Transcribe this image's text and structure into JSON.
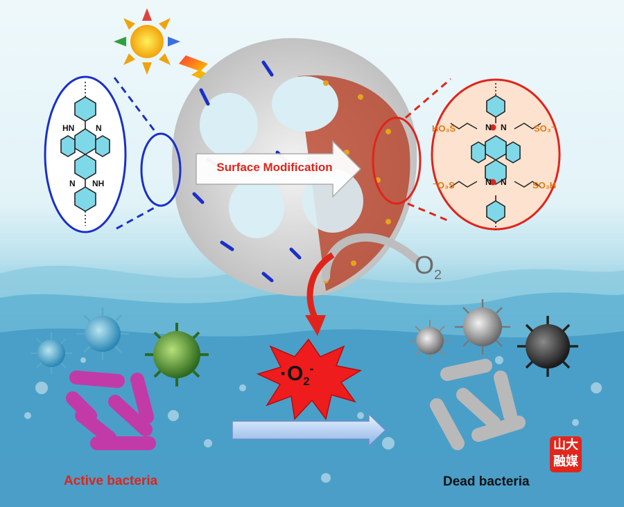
{
  "labels": {
    "surface_modification": "Surface Modification",
    "active_bacteria": "Active bacteria",
    "dead_bacteria": "Dead bacteria",
    "oxygen": "O",
    "oxygen_sub": "2",
    "superoxide": "·O",
    "superoxide_sub": "2",
    "superoxide_sup": "-"
  },
  "left_structure": {
    "nh_top": "HN",
    "n_top": "N",
    "n_bottom": "N",
    "nh_bottom": "NH"
  },
  "right_structure": {
    "group_top_left": "HO₃S",
    "group_top_right": "SO₃⁻",
    "group_bottom_left": "⁻O₃S",
    "group_bottom_right": "SO₃H",
    "n_label": "N"
  },
  "logo": {
    "line1": "山大",
    "line2": "融媒"
  },
  "colors": {
    "accent_red": "#e0241b",
    "accent_blue": "#1a2fc8",
    "sulfonate_orange": "#e07a12",
    "water_blue": "#3b93c2",
    "bacteria_magenta": "#c23aa8"
  },
  "icons": [
    "sun-icon",
    "lightning-icon",
    "virus-icon",
    "rod-bacteria-icon",
    "arrow-right-icon",
    "burst-icon"
  ]
}
